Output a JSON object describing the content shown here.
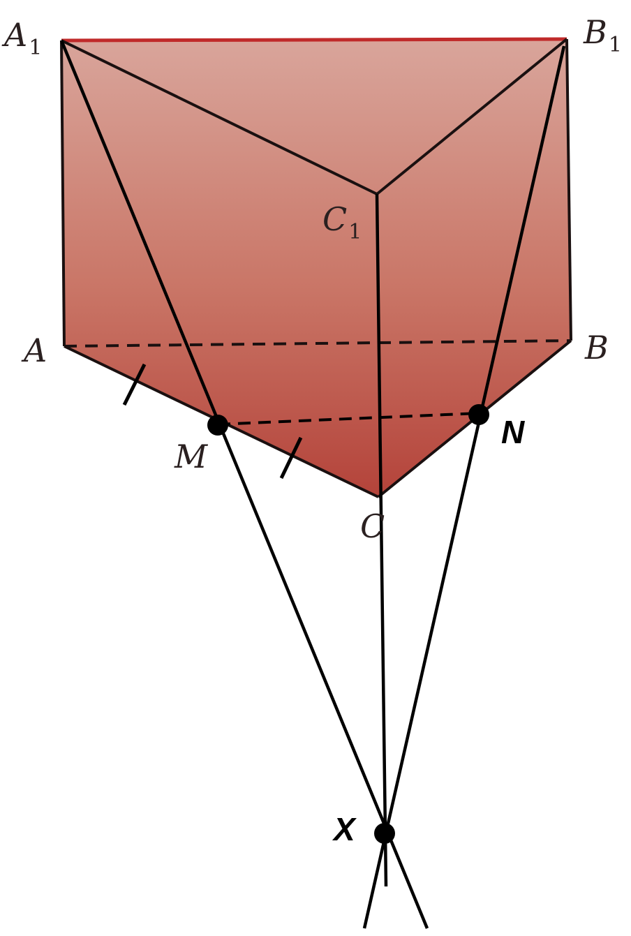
{
  "figure": {
    "colors": {
      "prism_fill_top": "#d9a59b",
      "prism_fill_mid": "#c97566",
      "prism_fill_bottom": "#b4433a",
      "edge": "#1a1010",
      "top_edge_accent": "#c02a2a",
      "construction_line": "#000000",
      "point": "#000000"
    },
    "labels": {
      "A1": {
        "base": "A",
        "sub": "1"
      },
      "B1": {
        "base": "B",
        "sub": "1"
      },
      "C1": {
        "base": "C",
        "sub": "1"
      },
      "A": "A",
      "B": "B",
      "C": "C",
      "M": "M",
      "N": "N",
      "X": "X"
    },
    "points_marked": [
      "M",
      "N",
      "X"
    ],
    "equal_segment_ticks": [
      "AM",
      "MC"
    ]
  }
}
